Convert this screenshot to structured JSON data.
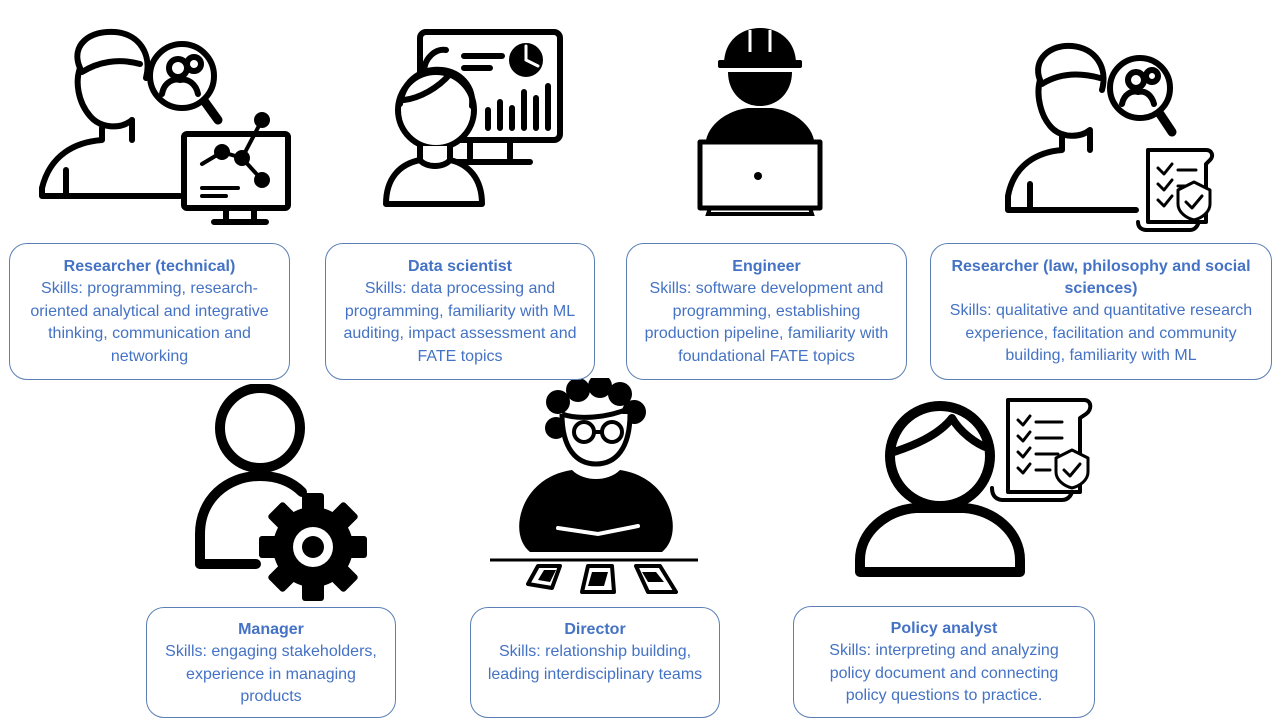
{
  "colors": {
    "accent": "#4472c4",
    "border": "#5b7fb5",
    "icon": "#000000"
  },
  "roles": [
    {
      "id": "researcher-technical",
      "icon": "researcher-chart-icon",
      "title": "Researcher (technical)",
      "skills": "Skills: programming, research-oriented analytical and integrative  thinking, communication and networking"
    },
    {
      "id": "data-scientist",
      "icon": "data-scientist-dashboard-icon",
      "title": "Data scientist",
      "skills": "Skills: data processing and programming, familiarity with ML auditing, impact assessment and FATE topics"
    },
    {
      "id": "engineer",
      "icon": "engineer-laptop-icon",
      "title": "Engineer",
      "skills": "Skills: software development and programming, establishing production pipeline, familiarity with foundational FATE topics"
    },
    {
      "id": "researcher-social",
      "icon": "researcher-document-icon",
      "title": "Researcher (law, philosophy and social sciences)",
      "skills": "Skills: qualitative and quantitative research experience, facilitation and community building, familiarity with ML"
    },
    {
      "id": "manager",
      "icon": "manager-gear-icon",
      "title": "Manager",
      "skills": "Skills: engaging stakeholders, experience in managing products"
    },
    {
      "id": "director",
      "icon": "director-desk-icon",
      "title": "Director",
      "skills": "Skills: relationship building, leading interdisciplinary teams"
    },
    {
      "id": "policy-analyst",
      "icon": "policy-document-icon",
      "title": "Policy analyst",
      "skills": "Skills: interpreting and analyzing policy document and connecting policy questions to practice."
    }
  ]
}
